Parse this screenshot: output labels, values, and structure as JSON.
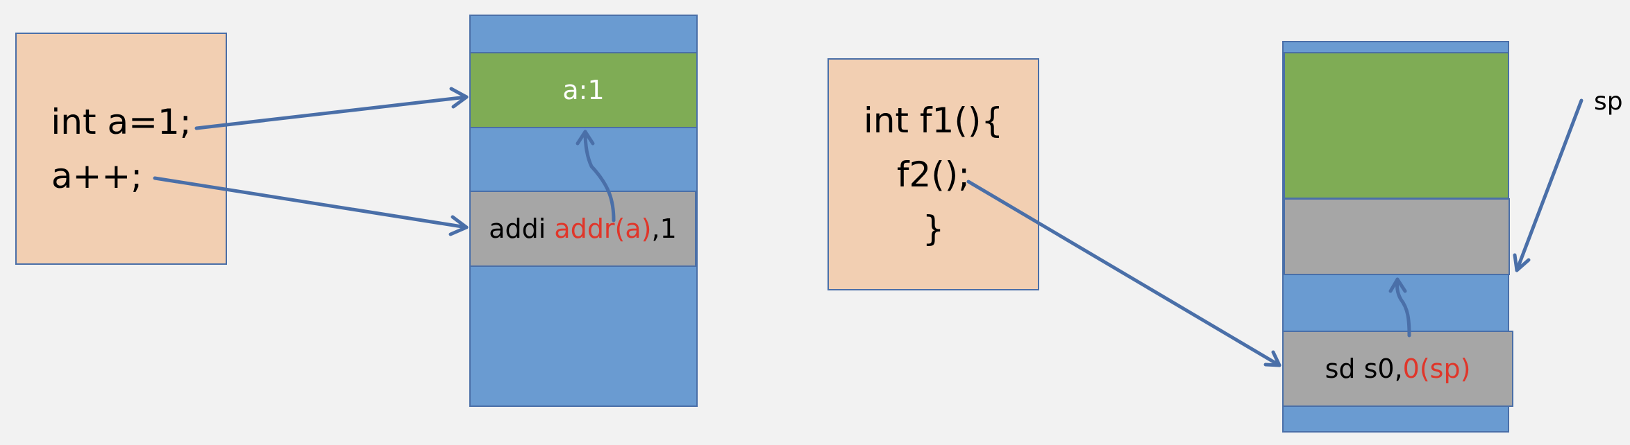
{
  "left": {
    "code_lines": [
      "int a=1;",
      "a++;"
    ],
    "data_cell": "a:1",
    "instr_prefix": "addi ",
    "instr_addr": "addr(a)",
    "instr_suffix": ",1"
  },
  "right": {
    "code_lines": [
      "int f1(){",
      "f2();",
      "}"
    ],
    "instr_prefix": "sd s0,",
    "instr_addr": "0(sp)",
    "pointer_label": "sp"
  },
  "colors": {
    "code_bg": "#f2cfb2",
    "memory_bg": "#6a9bd1",
    "data_cell": "#7fac55",
    "instr_cell": "#a6a6a6",
    "arrow": "#4a6fa8",
    "highlight": "#e0362a"
  }
}
